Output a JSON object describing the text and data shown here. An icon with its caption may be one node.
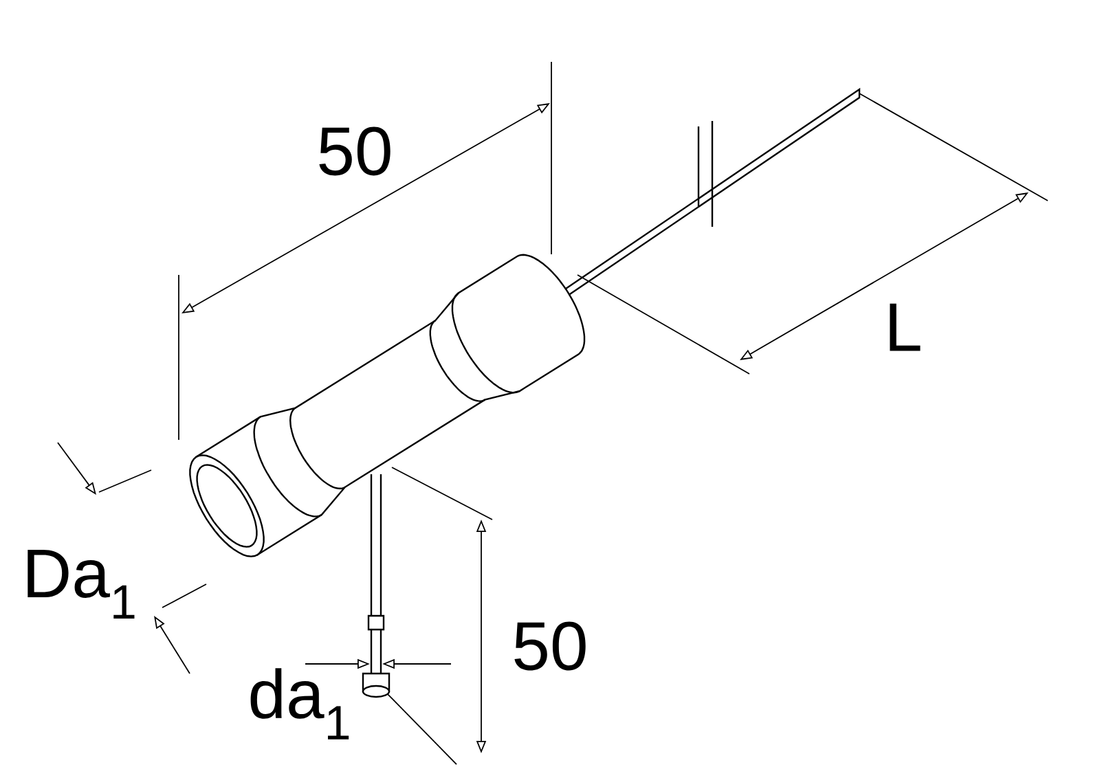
{
  "diagram": {
    "labels": [
      "50",
      "L",
      "Da$_{1}$",
      "50",
      "da$_{1}$"
    ]
  }
}
